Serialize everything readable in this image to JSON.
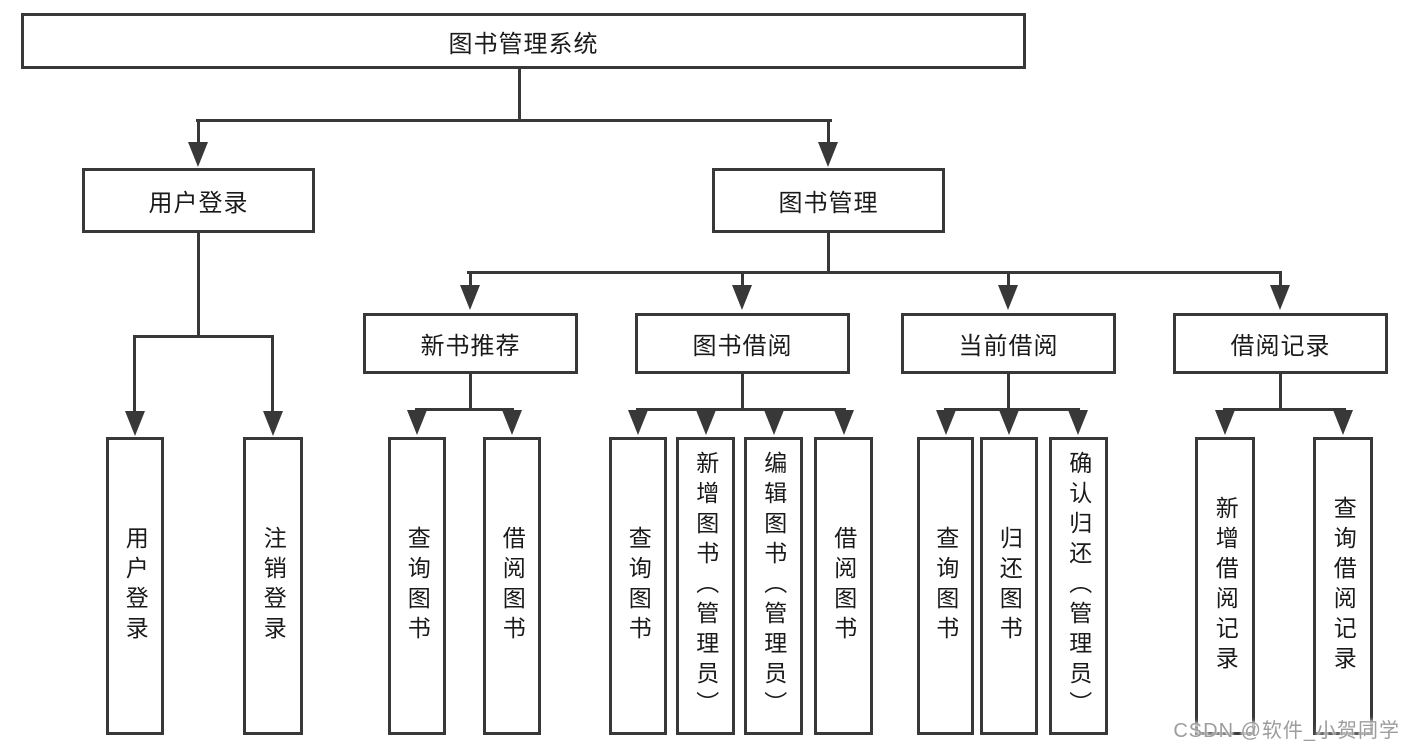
{
  "diagram": {
    "root": {
      "label": "图书管理系统"
    },
    "level2": {
      "user_login": {
        "label": "用户登录"
      },
      "book_mgmt": {
        "label": "图书管理"
      }
    },
    "level3": {
      "new_book_rec": {
        "label": "新书推荐"
      },
      "book_borrow": {
        "label": "图书借阅"
      },
      "current_borrow": {
        "label": "当前借阅"
      },
      "borrow_record": {
        "label": "借阅记录"
      }
    },
    "leaves": {
      "user_login": {
        "label": "用户登录"
      },
      "logout": {
        "label": "注销登录"
      },
      "rec_query_book": {
        "label": "查询图书"
      },
      "rec_borrow_book": {
        "label": "借阅图书"
      },
      "bb_query_book": {
        "label": "查询图书"
      },
      "bb_add_book": {
        "label": "新增图书（管理员）"
      },
      "bb_edit_book": {
        "label": "编辑图书（管理员）"
      },
      "bb_borrow_book": {
        "label": "借阅图书"
      },
      "cb_query_book": {
        "label": "查询图书"
      },
      "cb_return_book": {
        "label": "归还图书"
      },
      "cb_confirm_return": {
        "label": "确认归还（管理员）"
      },
      "br_add_record": {
        "label": "新增借阅记录"
      },
      "br_query_record": {
        "label": "查询借阅记录"
      }
    },
    "colors": {
      "line": "#383838",
      "text": "#1a1a1a",
      "background": "#ffffff"
    }
  },
  "watermark": {
    "text": "CSDN @软件_小贺同学",
    "color": "#9d9d9d"
  }
}
